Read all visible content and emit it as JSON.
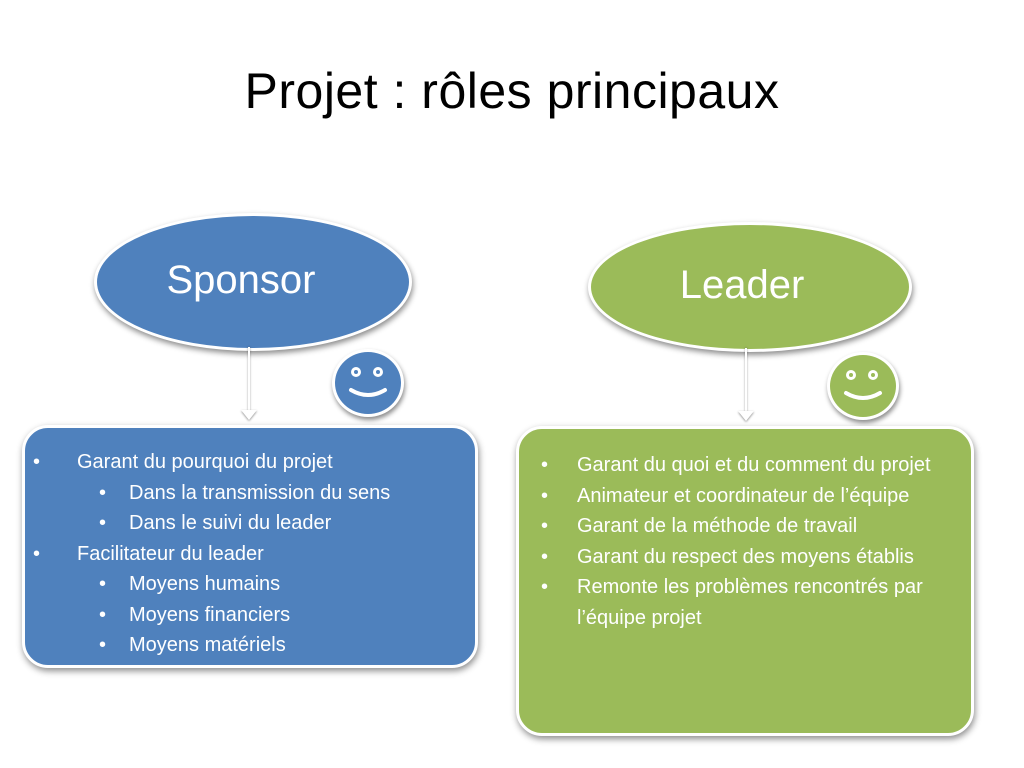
{
  "slide": {
    "title": "Projet : rôles principaux"
  },
  "colors": {
    "sponsor": "#4f81bd",
    "leader": "#9bbb59",
    "text_on_shape": "#ffffff"
  },
  "sponsor": {
    "label": "Sponsor",
    "icon": "smiley-face-icon",
    "items": [
      {
        "level": 1,
        "bullet": "•",
        "text": "Garant du pourquoi du projet"
      },
      {
        "level": 2,
        "bullet": "•",
        "text": "Dans la transmission du sens"
      },
      {
        "level": 2,
        "bullet": "•",
        "text": "Dans le suivi du leader"
      },
      {
        "level": 1,
        "bullet": "•",
        "text": "Facilitateur du leader"
      },
      {
        "level": 2,
        "bullet": "•",
        "text": "Moyens humains"
      },
      {
        "level": 2,
        "bullet": "•",
        "text": "Moyens financiers"
      },
      {
        "level": 2,
        "bullet": "•",
        "text": "Moyens matériels"
      }
    ]
  },
  "leader": {
    "label": "Leader",
    "icon": "smiley-face-icon",
    "items": [
      {
        "level": 1,
        "bullet": "•",
        "text": "Garant du quoi et du comment du projet"
      },
      {
        "level": 1,
        "bullet": "•",
        "text": "Animateur et coordinateur de l’équipe"
      },
      {
        "level": 1,
        "bullet": "•",
        "text": "Garant de la méthode de travail"
      },
      {
        "level": 1,
        "bullet": "•",
        "text": "Garant du respect des moyens établis"
      },
      {
        "level": 1,
        "bullet": "•",
        "text": "Remonte les  problèmes rencontrés par l’équipe projet"
      }
    ]
  }
}
